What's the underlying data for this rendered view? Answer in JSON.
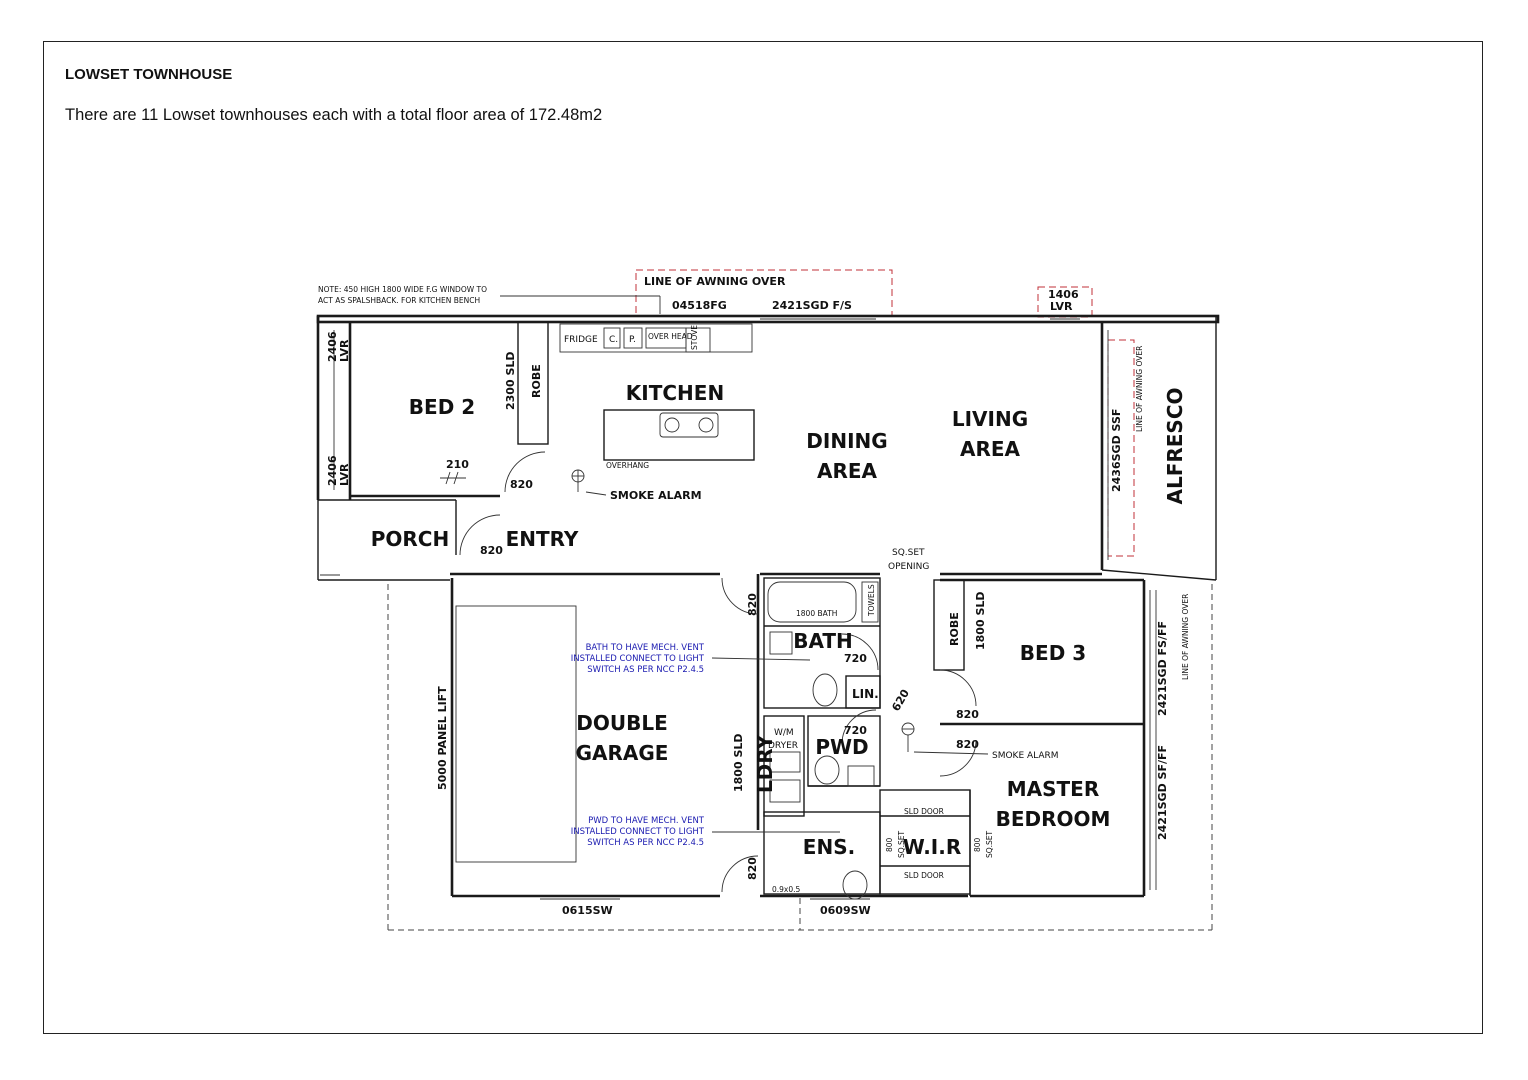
{
  "page": {
    "title": "LOWSET TOWNHOUSE",
    "description": "There are 11 Lowset townhouses each with a total floor area of 172.48m2"
  },
  "rooms": {
    "bed2": "BED 2",
    "kitchen": "KITCHEN",
    "dining_1": "DINING",
    "dining_2": "AREA",
    "living_1": "LIVING",
    "living_2": "AREA",
    "alfresco": "ALFRESCO",
    "porch": "PORCH",
    "entry": "ENTRY",
    "garage_1": "DOUBLE",
    "garage_2": "GARAGE",
    "bath": "BATH",
    "bed3": "BED 3",
    "pwd": "PWD",
    "ldry": "LDRY",
    "master_1": "MASTER",
    "master_2": "BEDROOM",
    "ens": "ENS.",
    "wir": "W.I.R",
    "lin": "LIN."
  },
  "labels": {
    "note_1": "NOTE: 450 HIGH 1800 WIDE F.G WINDOW TO",
    "note_2": "ACT AS SPALSHBACK. FOR KITCHEN BENCH",
    "awning_top": "LINE OF AWNING OVER",
    "win_04518fg": "04518FG",
    "win_2421sgd_fs": "2421SGD F/S",
    "win_1406_1": "1406",
    "win_1406_2": "LVR",
    "lvr_top_1": "2406",
    "lvr_top_2": "LVR",
    "lvr_bot_1": "2406",
    "lvr_bot_2": "LVR",
    "robe_bed2": "ROBE",
    "sld_2300": "2300 SLD",
    "fridge": "FRIDGE",
    "cp_c": "C.",
    "cp_p": "P.",
    "overhead": "OVER HEAD",
    "stove": "STOVE",
    "overhang": "OVERHANG",
    "dim_210": "210",
    "door_820_bed2": "820",
    "smoke_alarm_1": "SMOKE ALARM",
    "door_820_entry": "820",
    "win_2436sgd": "2436SGD SSF",
    "awning_right": "LINE OF AWNING OVER",
    "sqset_1": "SQ.SET",
    "sqset_2": "OPENING",
    "door_820_garage_top": "820",
    "bath_1800": "1800 BATH",
    "towels": "TOWELS",
    "robe_bed3": "ROBE",
    "sld_1800_bed3": "1800 SLD",
    "bath_note_1": "BATH TO HAVE MECH. VENT",
    "bath_note_2": "INSTALLED CONNECT TO LIGHT",
    "bath_note_3": "SWITCH AS PER NCC P2.4.5",
    "door_720_bath": "720",
    "door_620": "620",
    "door_820_bed3": "820",
    "win_2421sgd_fsff": "2421SGD FS/FF",
    "awning_right2": "LINE OF AWNING OVER",
    "panel_lift": "5000 PANEL LIFT",
    "wm_1": "W/M",
    "wm_2": "DRYER",
    "door_720_pwd": "720",
    "sld_1800_ldry": "1800 SLD",
    "door_820_master": "820",
    "smoke_alarm_2": "SMOKE ALARM",
    "sld_door_top": "SLD DOOR",
    "sld_door_bot": "SLD DOOR",
    "pwd_note_1": "PWD TO HAVE MECH. VENT",
    "pwd_note_2": "INSTALLED CONNECT TO LIGHT",
    "pwd_note_3": "SWITCH AS PER NCC P2.4.5",
    "sqset_800_l_1": "800",
    "sqset_800_l_2": "SQ.SET",
    "sqset_800_r_1": "800",
    "sqset_800_r_2": "SQ.SET",
    "win_2421sgd_sfff": "2421SGD SF/FF",
    "door_820_garage_bot": "820",
    "dim_09x05": "0.9x0.5",
    "win_0615sw": "0615SW",
    "win_0609sw": "0609SW"
  }
}
